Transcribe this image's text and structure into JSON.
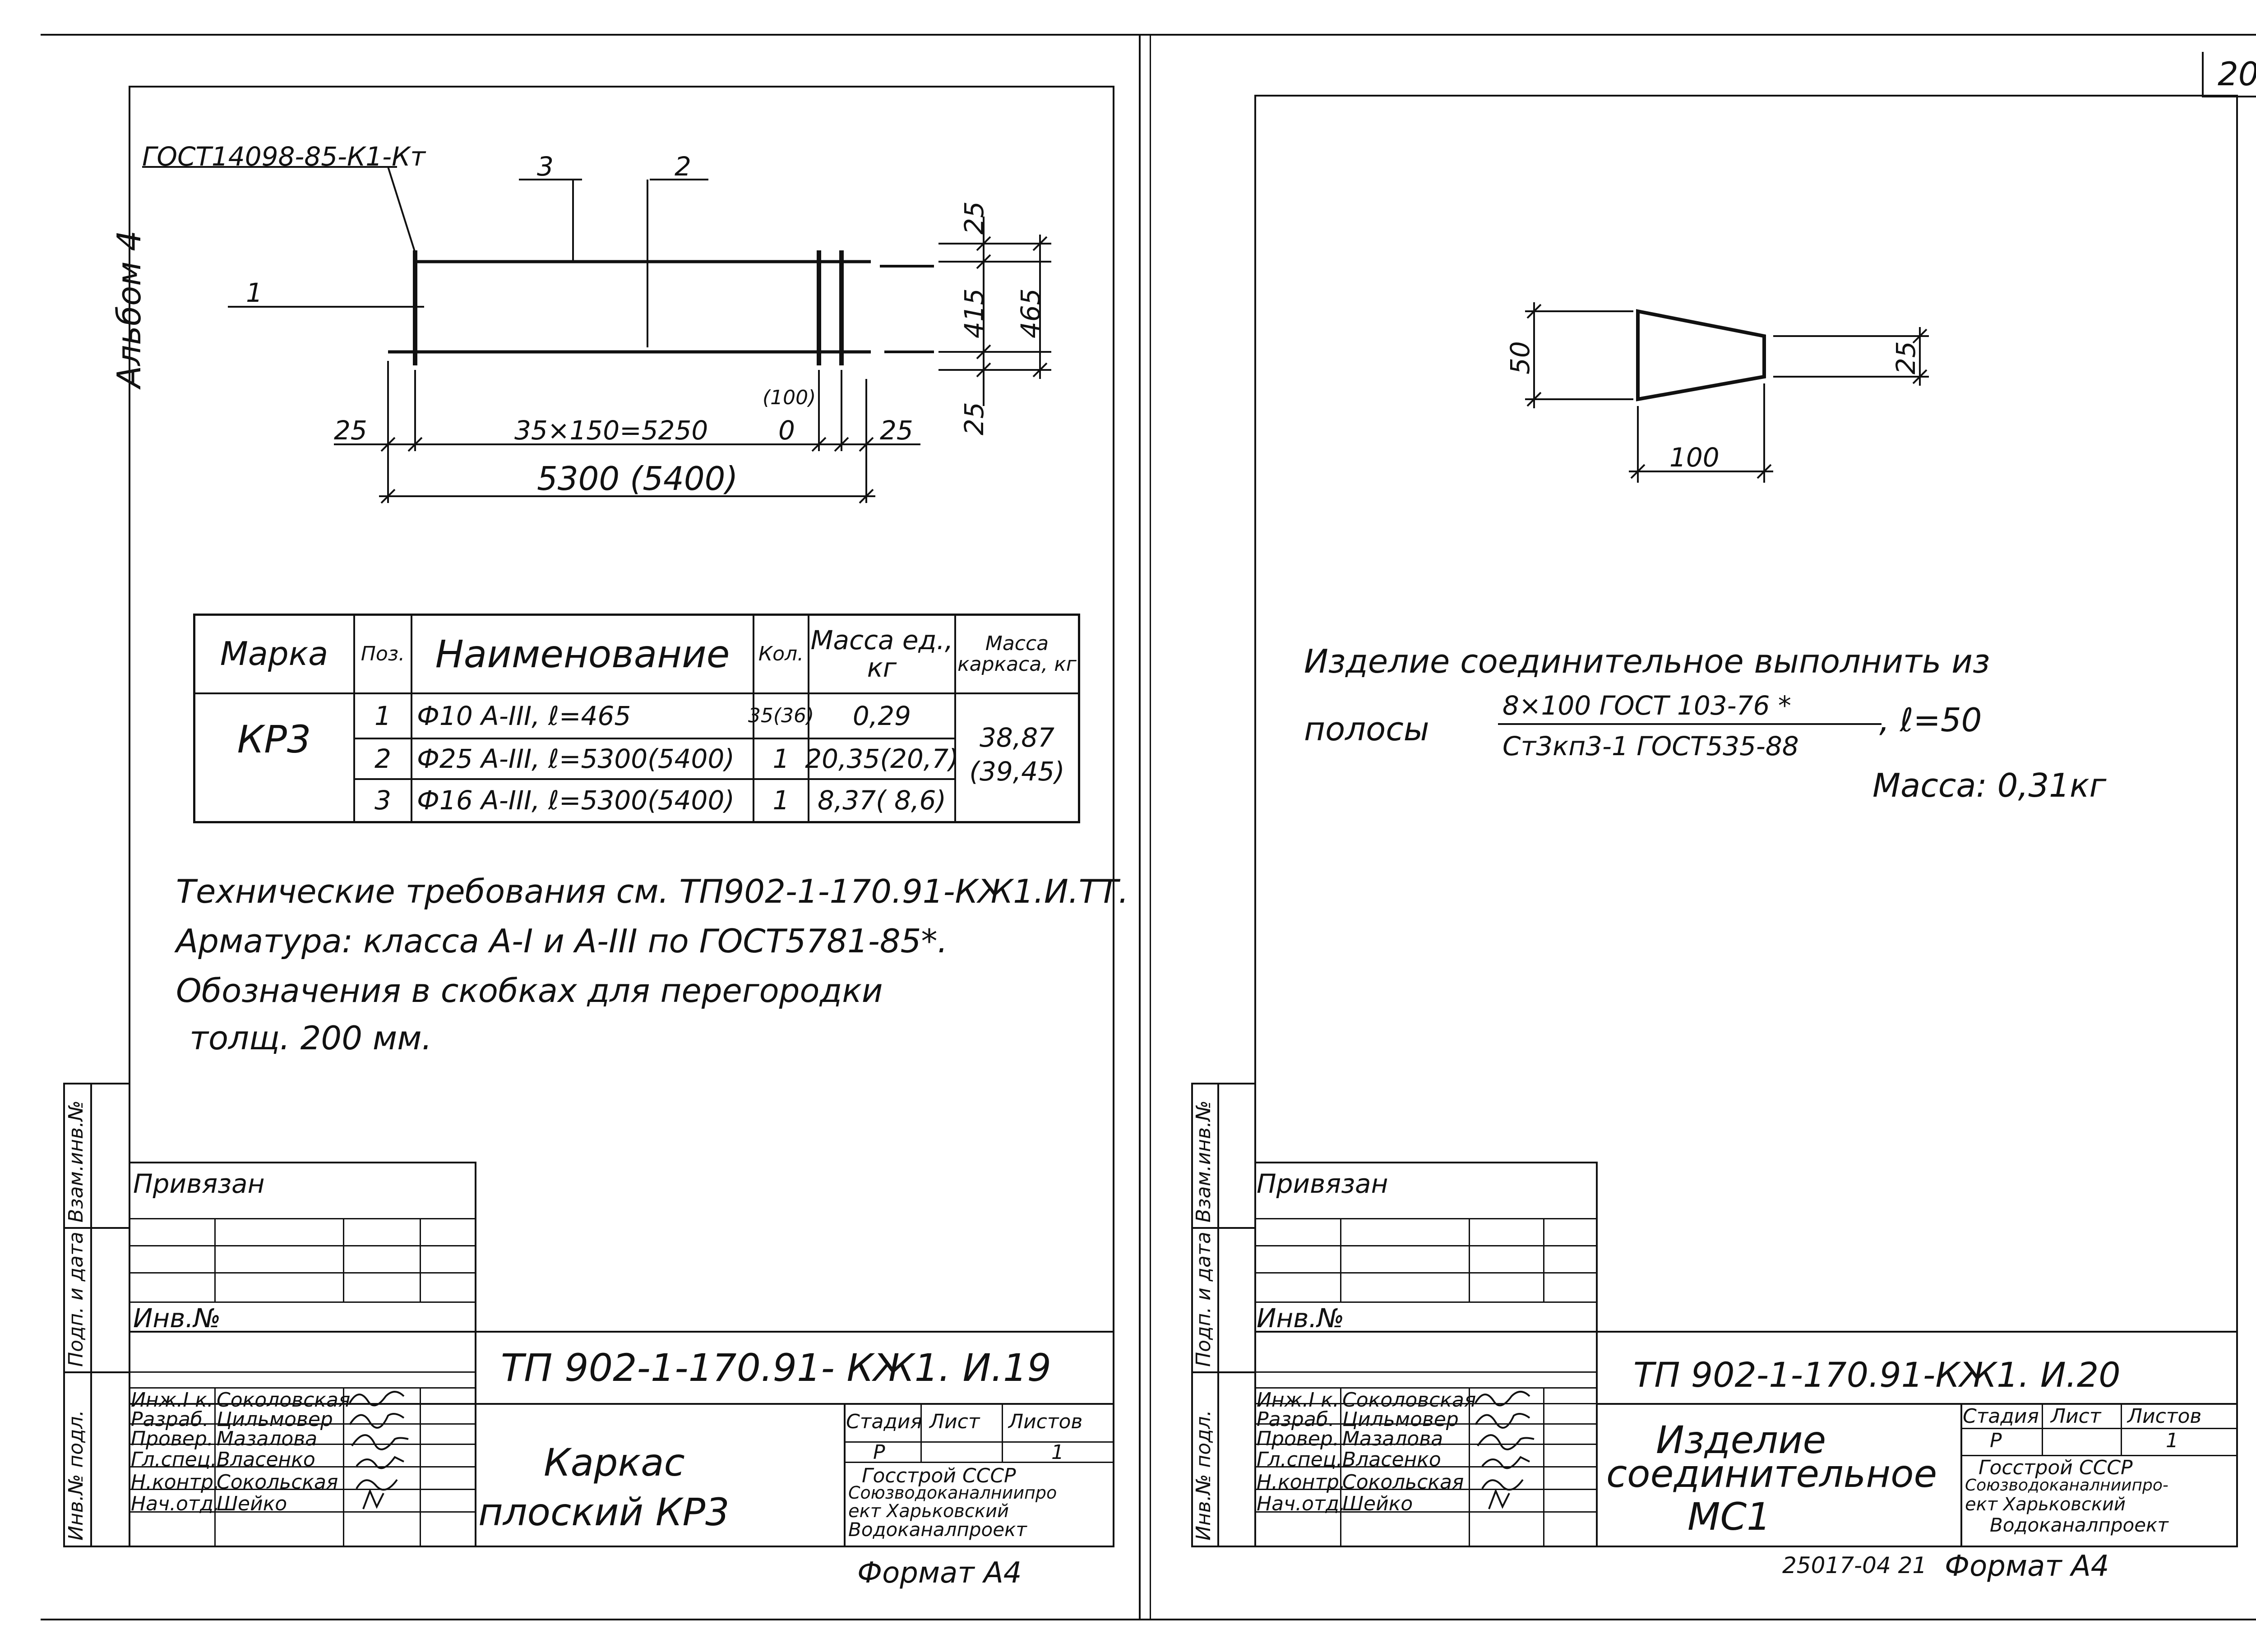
{
  "page_number": "20",
  "left_sheet": {
    "album_label": "Альбом 4",
    "drawing": {
      "gost_label": "ГОСТ14098-85-К1-Кт",
      "pos1": "1",
      "pos2": "2",
      "pos3": "3",
      "dim_25_top": "25",
      "dim_415": "415",
      "dim_465": "465",
      "dim_25_bottom": "25",
      "dim_25_left": "25",
      "dim_spacing": "35×150=5250",
      "dim_100_paren": "(100)",
      "dim_zero": "0",
      "dim_25_right": "25",
      "dim_overall": "5300  (5400)"
    },
    "spec_table": {
      "headers": [
        "Марка",
        "Поз.",
        "Наименование",
        "Кол.",
        "Масса ед., кг",
        "Масса каркаса, кг"
      ],
      "mark": "КР3",
      "rows": [
        {
          "pos": "1",
          "name": "Ф10 А-III, ℓ=465",
          "qty": "35(36)",
          "mass": "0,29"
        },
        {
          "pos": "2",
          "name": "Ф25 А-III, ℓ=5300(5400)",
          "qty": "1",
          "mass": "20,35(20,7)"
        },
        {
          "pos": "3",
          "name": "Ф16 А-III, ℓ=5300(5400)",
          "qty": "1",
          "mass": "8,37( 8,6)"
        }
      ],
      "frame_mass": "38,87",
      "frame_mass_alt": "(39,45)"
    },
    "notes": [
      "Технические требования см. ТП902-1-170.91-КЖ1.И.ТТ.",
      "Арматура: класса А-I и А-III по ГОСТ5781-85*.",
      "Обозначения в скобках для перегородки",
      "толщ. 200 мм."
    ],
    "title_block": {
      "privyazan": "Привязан",
      "inv_no": "Инв.№",
      "doc_code": "ТП 902-1-170.91- КЖ1. И.19",
      "roles": [
        "Инж.I к.",
        "Разраб.",
        "Провер.",
        "Гл.спец.",
        "Н.контр.",
        "Нач.отд."
      ],
      "names": [
        "Соколовская",
        "Цильмовер",
        "Мазалова",
        "Власенко",
        "Сокольская",
        "Шейко"
      ],
      "title_line1": "Каркас",
      "title_line2": "плоский  КР3",
      "stage_label": "Стадия",
      "sheet_label": "Лист",
      "sheets_label": "Листов",
      "stage": "Р",
      "sheets": "1",
      "org_line1": "Госстрой СССР",
      "org_line2": "Союзводоканалниипро",
      "org_line3": "ект Харьковский",
      "org_line4": "Водоканалпроект",
      "format": "Формат А4"
    },
    "side_stamp": [
      "Инв.№ подл.",
      "Подп. и дата",
      "Взам.инв.№"
    ]
  },
  "right_sheet": {
    "drawing": {
      "dim_50": "50",
      "dim_25": "25",
      "dim_100": "100"
    },
    "notes": {
      "line1": "Изделие соединительное выполнить из",
      "polosy": "полосы",
      "numerator": "8×100 ГОСТ 103-76 *",
      "denominator": "Ст3кп3-1 ГОСТ535-88",
      "length": ", ℓ=50",
      "mass": "Масса: 0,31кг"
    },
    "title_block": {
      "privyazan": "Привязан",
      "inv_no": "Инв.№",
      "doc_code": "ТП 902-1-170.91-КЖ1. И.20",
      "roles": [
        "Инж.I к.",
        "Разраб.",
        "Провер.",
        "Гл.спец.",
        "Н.контр.",
        "Нач.отд."
      ],
      "names": [
        "Соколовская",
        "Цильмовер",
        "Мазалова",
        "Власенко",
        "Сокольская",
        "Шейко"
      ],
      "title_line1": "Изделие",
      "title_line2": "соединительное",
      "title_line3": "МС1",
      "stage_label": "Стадия",
      "sheet_label": "Лист",
      "sheets_label": "Листов",
      "stage": "Р",
      "sheets": "1",
      "org_line1": "Госстрой СССР",
      "org_line2": "Союзводоканалниипро-",
      "org_line3": "ект Харьковский",
      "org_line4": "Водоканалпроект",
      "archive_no": "25017-04  21",
      "format": "Формат А4"
    },
    "side_stamp": [
      "Инв.№ подл.",
      "Подп. и дата",
      "Взам.инв.№"
    ]
  }
}
